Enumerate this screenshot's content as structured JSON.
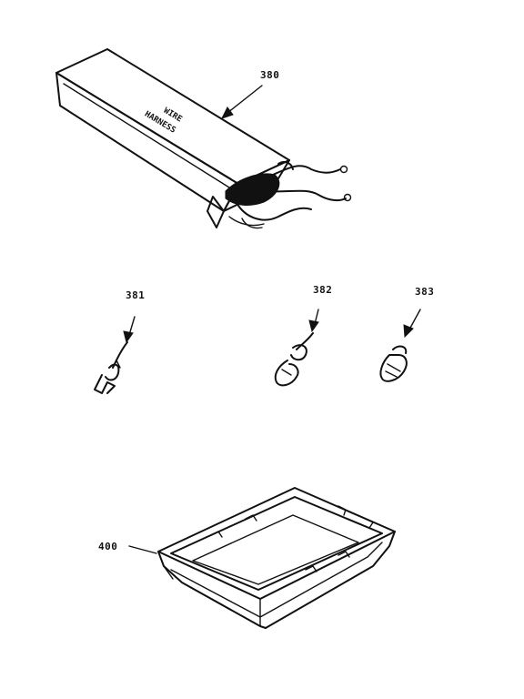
{
  "callouts": {
    "harness_package": "380",
    "part_381": "381",
    "part_382": "382",
    "part_383": "383",
    "broiler_pan": "400"
  },
  "package_print": {
    "line1": "WIRE",
    "line2": "HARNESS"
  }
}
